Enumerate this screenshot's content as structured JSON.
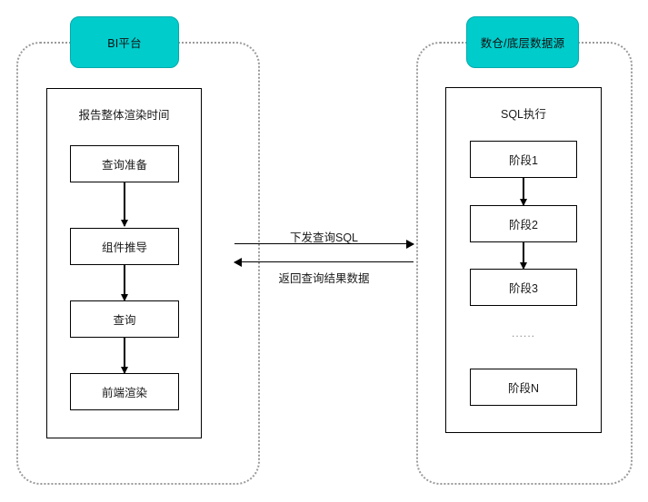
{
  "diagram": {
    "title": "BI report rendering and SQL execution sequence",
    "accent_color": "#00CCCC",
    "lanes": [
      {
        "id": "bi-platform",
        "header_label": "BI平台",
        "group_title": "报告整体渲染时间",
        "nodes": [
          {
            "label": "查询准备"
          },
          {
            "label": "组件推导"
          },
          {
            "label": "查询"
          },
          {
            "label": "前端渲染"
          }
        ]
      },
      {
        "id": "data-warehouse",
        "header_label": "数仓/底层数据源",
        "group_title": "SQL执行",
        "nodes": [
          {
            "label": "阶段1"
          },
          {
            "label": "阶段2"
          },
          {
            "label": "阶段3"
          },
          {
            "label": "阶段N"
          }
        ],
        "ellipsis": "......"
      }
    ],
    "messages": [
      {
        "id": "request",
        "label": "下发查询SQL",
        "direction": "right"
      },
      {
        "id": "response",
        "label": "返回查询结果数据",
        "direction": "left"
      }
    ]
  }
}
